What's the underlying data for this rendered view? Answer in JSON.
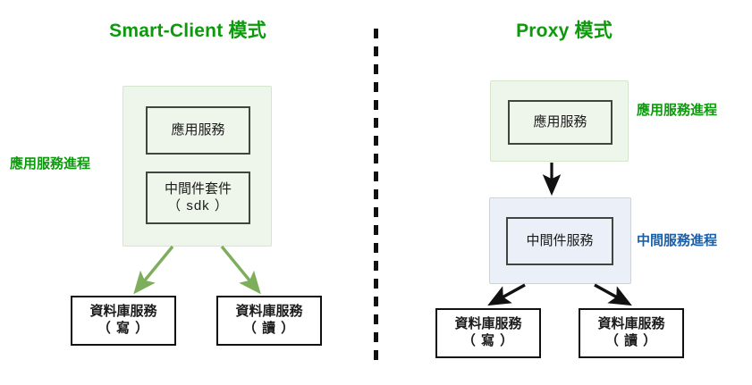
{
  "diagram": {
    "title_left": "Smart-Client 模式",
    "title_right": "Proxy 模式",
    "colors": {
      "title_green": "#0c9a0c",
      "label_green": "#0c9a0c",
      "label_blue": "#1a5fa8",
      "arrow_green": "#7dae5c",
      "arrow_black": "#111111",
      "container_green_fill": "#eef5ea",
      "container_green_stroke": "#d5e6cc",
      "container_blue_fill": "#eaeff8",
      "container_blue_stroke": "#c6d3ea",
      "node_stroke": "#3a3f3a",
      "db_stroke": "#111111",
      "background": "#ffffff"
    },
    "divider": "vertical-dashed-line"
  },
  "left_panel": {
    "process_label": "應用服務進程",
    "container_name": "application-service-process",
    "nodes": {
      "app_service": "應用服務",
      "sdk_line1": "中間件套件",
      "sdk_line2": "（ sdk ）"
    },
    "databases": [
      {
        "line1": "資料庫服務",
        "line2": "（ 寫 ）",
        "role": "write"
      },
      {
        "line1": "資料庫服務",
        "line2": "（ 讀 ）",
        "role": "read"
      }
    ],
    "arrows": [
      {
        "from": "sdk",
        "to": "db-write",
        "color": "green"
      },
      {
        "from": "sdk",
        "to": "db-read",
        "color": "green"
      }
    ]
  },
  "right_panel": {
    "app_process_label": "應用服務進程",
    "middle_process_label": "中間服務進程",
    "nodes": {
      "app_service": "應用服務",
      "middleware_service": "中間件服務"
    },
    "databases": [
      {
        "line1": "資料庫服務",
        "line2": "（ 寫 ）",
        "role": "write"
      },
      {
        "line1": "資料庫服務",
        "line2": "（ 讀 ）",
        "role": "read"
      }
    ],
    "arrows": [
      {
        "from": "app-service",
        "to": "middleware-service",
        "color": "black"
      },
      {
        "from": "middleware-service",
        "to": "db-write",
        "color": "black"
      },
      {
        "from": "middleware-service",
        "to": "db-read",
        "color": "black"
      }
    ]
  }
}
